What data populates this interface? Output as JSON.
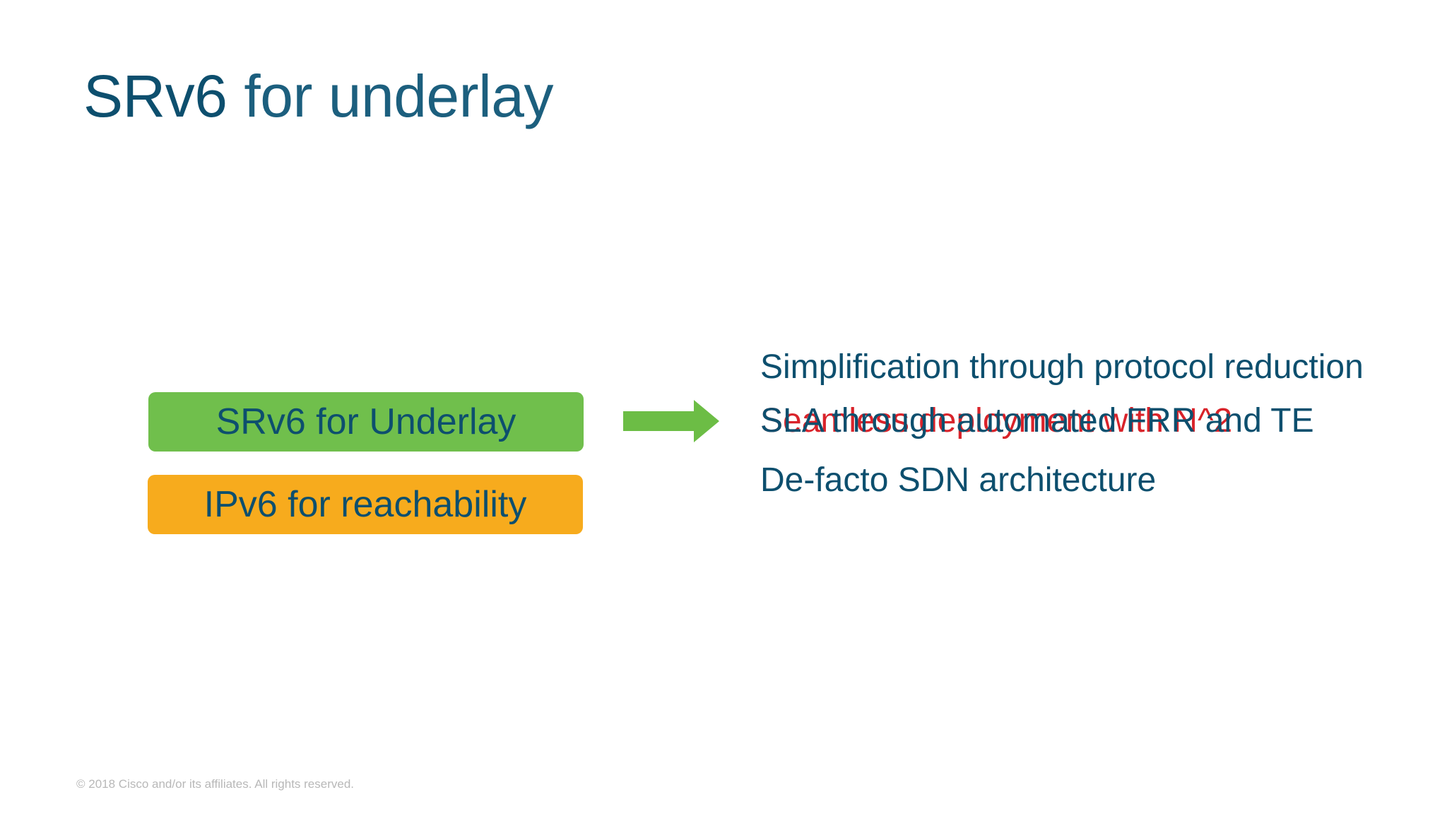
{
  "slide": {
    "title_strong": "SRv6",
    "title_rest": "for underlay"
  },
  "pills": {
    "srv6_label": "SRv6 for Underlay",
    "ipv6_label": "IPv6 for reachability"
  },
  "benefits": {
    "item1": "Simplification through protocol reduction",
    "item2": "SLA through automated FRR and TE",
    "item2_overlap": "Seamless deployment with N^2",
    "item3": "De-facto SDN architecture"
  },
  "footer": {
    "copyright": "© 2018  Cisco and/or its affiliates. All rights reserved."
  },
  "colors": {
    "title": "#0d4f6e",
    "green": "#70bf4c",
    "orange": "#f7ab1d",
    "red_overlay": "#d9232a",
    "arrow": "#6cbd45"
  }
}
